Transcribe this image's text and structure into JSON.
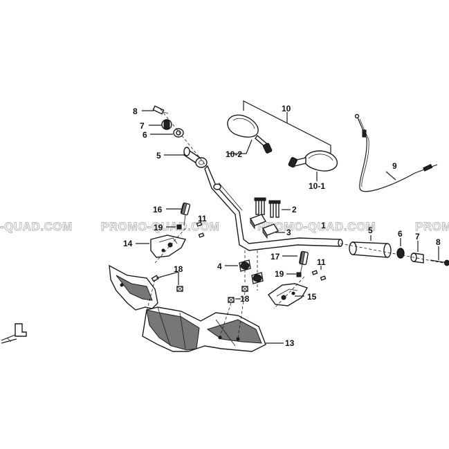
{
  "diagram": {
    "watermark": [
      "-QUAD.COM",
      "PROMO-QUAD.COM",
      "PROMO-QUAD.COM",
      "PROMO-"
    ],
    "callouts": [
      {
        "id": "c8a",
        "text": "8"
      },
      {
        "id": "c7a",
        "text": "7"
      },
      {
        "id": "c6a",
        "text": "6"
      },
      {
        "id": "c5a",
        "text": "5"
      },
      {
        "id": "c10",
        "text": "10"
      },
      {
        "id": "c10-2",
        "text": "10-2"
      },
      {
        "id": "c10-1",
        "text": "10-1"
      },
      {
        "id": "c9",
        "text": "9"
      },
      {
        "id": "c16",
        "text": "16"
      },
      {
        "id": "c2",
        "text": "2"
      },
      {
        "id": "c11a",
        "text": "11"
      },
      {
        "id": "c19a",
        "text": "19"
      },
      {
        "id": "c3",
        "text": "3"
      },
      {
        "id": "c1",
        "text": "1"
      },
      {
        "id": "c5b",
        "text": "5"
      },
      {
        "id": "c6b",
        "text": "6"
      },
      {
        "id": "c7b",
        "text": "7"
      },
      {
        "id": "c8b",
        "text": "8"
      },
      {
        "id": "c14",
        "text": "14"
      },
      {
        "id": "c4",
        "text": "4"
      },
      {
        "id": "c18a",
        "text": "18"
      },
      {
        "id": "c17",
        "text": "17"
      },
      {
        "id": "c19b",
        "text": "19"
      },
      {
        "id": "c11b",
        "text": "11"
      },
      {
        "id": "c18b",
        "text": "18"
      },
      {
        "id": "c15",
        "text": "15"
      },
      {
        "id": "c13",
        "text": "13"
      }
    ]
  }
}
